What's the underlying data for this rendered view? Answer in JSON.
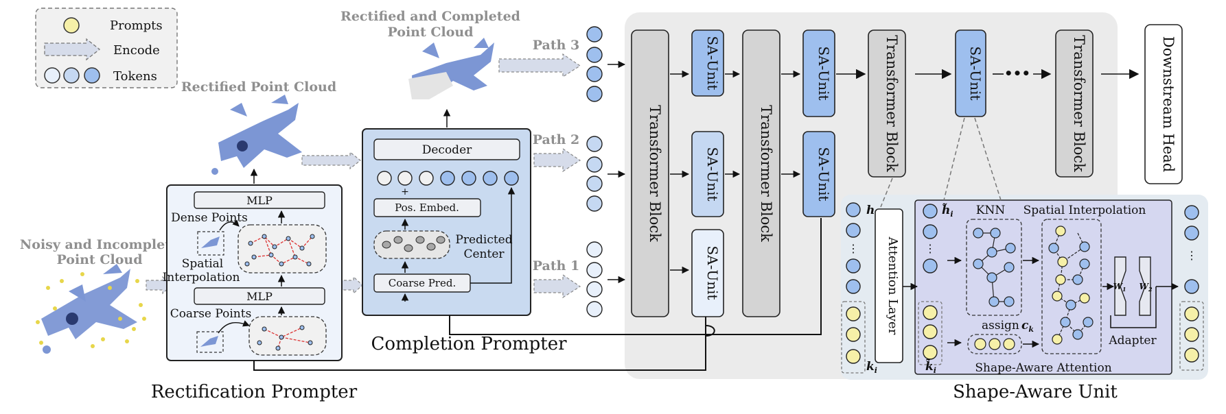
{
  "legend": {
    "prompts": "Prompts",
    "encode": "Encode",
    "tokens": "Tokens"
  },
  "inputs": {
    "noisy_line1": "Noisy and Incomplete",
    "noisy_line2": "Point Cloud",
    "rectified": "Rectified Point Cloud",
    "completed_line1": "Rectified and Completed",
    "completed_line2": "Point Cloud"
  },
  "rectification": {
    "title": "Rectification Prompter",
    "mlp_top": "MLP",
    "mlp_bottom": "MLP",
    "dense_points": "Dense Points",
    "spatial": "Spatial",
    "interpolation": "Interpolation",
    "coarse_points": "Coarse Points"
  },
  "completion": {
    "title": "Completion Prompter",
    "decoder": "Decoder",
    "plus": "+",
    "pos_embed": "Pos. Embed.",
    "predicted": "Predicted",
    "center": "Center",
    "coarse_pred": "Coarse Pred."
  },
  "paths": {
    "path1": "Path 1",
    "path2": "Path 2",
    "path3": "Path 3"
  },
  "backbone": {
    "transformer_block": "Transformer Block",
    "sa_unit": "SA-Unit",
    "dots": "•••",
    "downstream_head": "Downstream Head"
  },
  "sa_detail": {
    "title": "Shape-Aware Unit",
    "attention_layer": "Attention Layer",
    "h_i": "h",
    "h_sub": "i",
    "k_i": "k",
    "k_sub": "i",
    "knn": "KNN",
    "spatial_interp": "Spatial Interpolation",
    "assign": "assign",
    "c_k": "c",
    "c_sub": "k",
    "shape_attention": "Shape-Aware Attention",
    "adapter": "Adapter",
    "w1": "W",
    "w1_sub": "1",
    "w2": "W",
    "w2_sub": "2",
    "vdots": "⋮"
  },
  "colors": {
    "token_blue": "#9ebfee",
    "token_light": "#dce8f8",
    "prompt_yellow": "#f6f0a8",
    "gray_block": "#d4d4d4",
    "panel_gray": "#ececec",
    "sa_panel": "#e6ecf2",
    "sa_inner": "#d6d8f0",
    "rect_panel": "#eef3fb",
    "comp_panel": "#c9daf0",
    "plane_blue": "#7c96d4"
  }
}
